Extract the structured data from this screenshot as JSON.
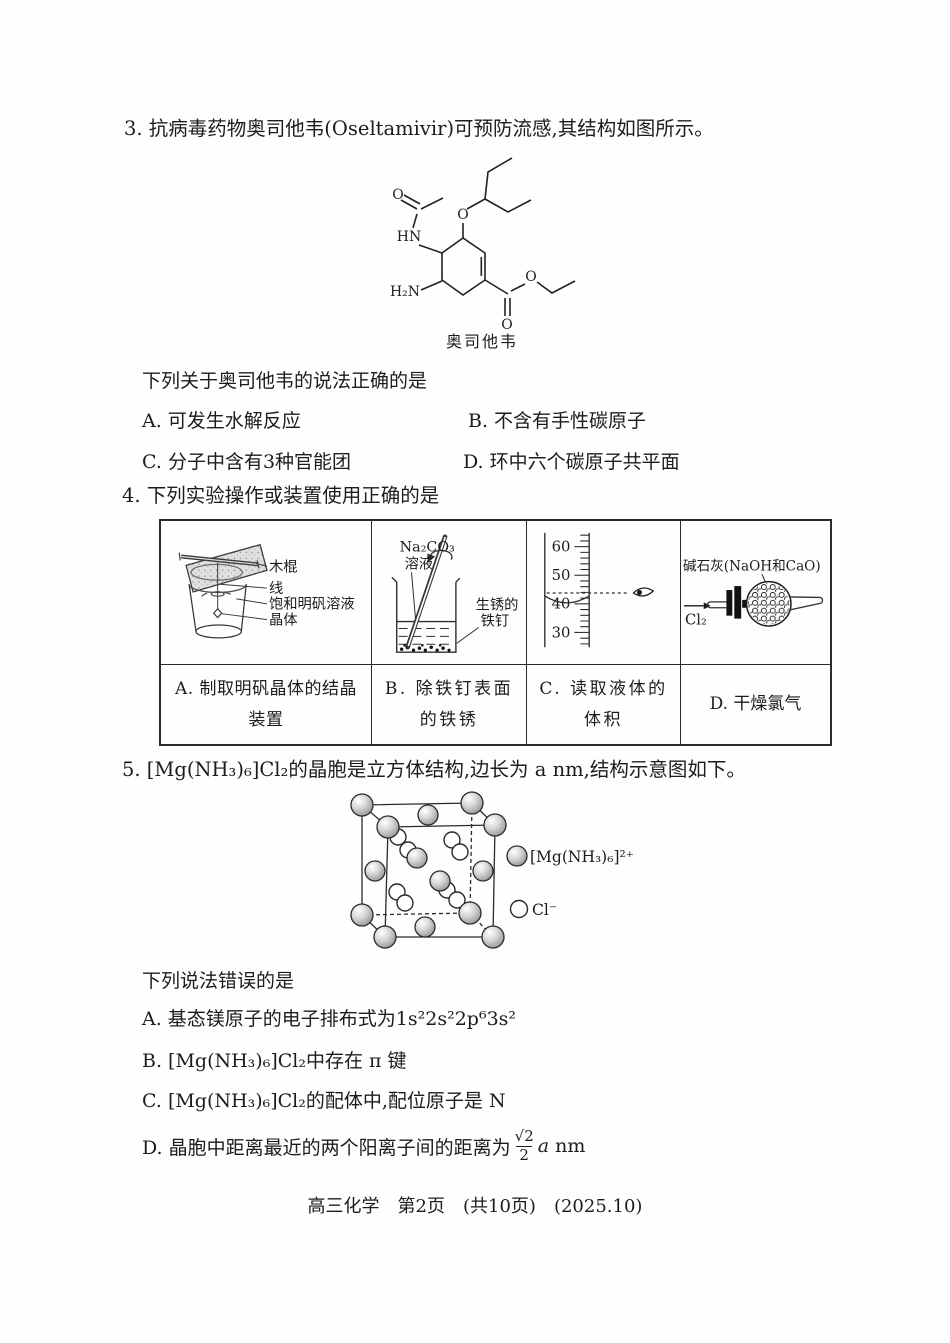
{
  "page": {
    "footer": "高三化学　第2页　(共10页)　(2025.10)"
  },
  "q3": {
    "stem": "3. 抗病毒药物奥司他韦(Oseltamivir)可预防流感,其结构如图所示。",
    "molecule_name": "奥司他韦",
    "atoms": {
      "acetyl_o": "O",
      "amide_nh": "HN",
      "amine_h2n": "H₂N",
      "ether_o": "O",
      "ester_o_carbonyl": "O",
      "ester_o": "O"
    },
    "prompt": "下列关于奥司他韦的说法正确的是",
    "option_a": "A. 可发生水解反应",
    "option_b": "B. 不含有手性碳原子",
    "option_c": "C. 分子中含有3种官能团",
    "option_d": "D. 环中六个碳原子共平面"
  },
  "q4": {
    "stem": "4. 下列实验操作或装置使用正确的是",
    "cell_a": {
      "caption": "A. 制取明矾晶体的结晶装置",
      "label_stick": "木棍",
      "label_string": "线",
      "label_solution": "饱和明矾溶液",
      "label_crystal": "晶体"
    },
    "cell_b": {
      "caption": "B. 除铁钉表面的铁锈",
      "label_solute": "Na₂CO₃",
      "label_solution": "溶液",
      "label_rusty1": "生锈的",
      "label_rusty2": "铁钉"
    },
    "cell_c": {
      "caption": "C. 读取液体的体积",
      "tick_60": "60",
      "tick_50": "50",
      "tick_40": "40",
      "tick_30": "30"
    },
    "cell_d": {
      "caption": "D. 干燥氯气",
      "label_sodalime": "碱石灰(NaOH和CaO)",
      "label_gas": "Cl₂"
    }
  },
  "q5": {
    "stem": "5. [Mg(NH₃)₆]Cl₂的晶胞是立方体结构,边长为 a nm,结构示意图如下。",
    "legend_cation": "[Mg(NH₃)₆]²⁺",
    "legend_anion": "Cl⁻",
    "prompt": "下列说法错误的是",
    "option_a": "A. 基态镁原子的电子排布式为1s²2s²2p⁶3s²",
    "option_b": "B. [Mg(NH₃)₆]Cl₂中存在 π 键",
    "option_c": "C. [Mg(NH₃)₆]Cl₂的配体中,配位原子是 N",
    "option_d_prefix": "D. 晶胞中距离最近的两个阳离子间的距离为",
    "option_d_frac_num": "√2",
    "option_d_frac_den": "2",
    "option_d_var": "a",
    "option_d_unit": " nm"
  }
}
